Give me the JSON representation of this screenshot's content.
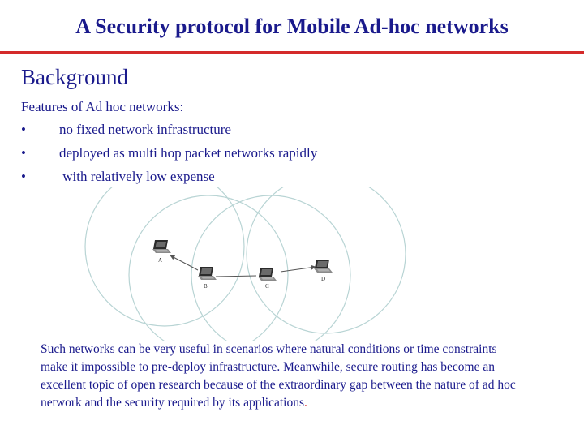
{
  "slide": {
    "title": "A Security protocol for Mobile Ad-hoc networks",
    "heading": "Background",
    "intro": "Features of  Ad hoc networks:",
    "bullets": [
      {
        "marker": "•",
        "text": "no fixed network infrastructure"
      },
      {
        "marker": "•",
        "text": "deployed as multi hop packet networks rapidly"
      },
      {
        "marker": "•",
        "text": " with relatively low expense"
      }
    ],
    "diagram": {
      "nodes": [
        "A",
        "B",
        "C",
        "D"
      ]
    },
    "paragraph": "Such networks can be very useful in scenarios where natural conditions or time constraints make it impossible to pre-deploy infrastructure. Meanwhile,  secure routing has become an excellent topic of open research because of the extraordinary gap between the nature of ad hoc network and the security required by its applications",
    "paragraph_end": "."
  },
  "colors": {
    "text": "#1a1a8c",
    "rule": "#d42a2a",
    "circle": "#b8d4d4"
  }
}
